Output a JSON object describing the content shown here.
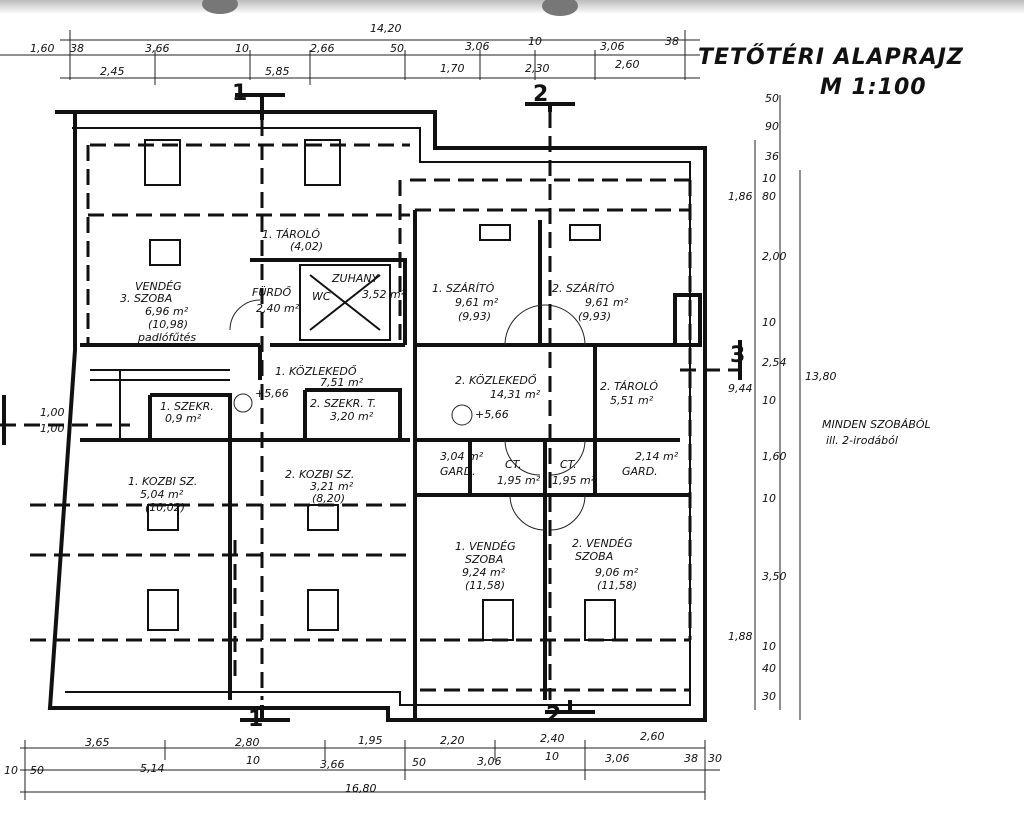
{
  "title": {
    "main": "TETŐTÉRI ALAPRAJZ",
    "scale": "M 1:100"
  },
  "note": {
    "line1": "MINDEN SZOBÁBÓL",
    "line2": "ill. 2-irodából"
  },
  "section_marks": [
    "1",
    "1",
    "2",
    "2",
    "3"
  ],
  "rooms": {
    "taroló1": {
      "name": "1. TÁROLÓ",
      "area": "(4,02)"
    },
    "vendeg3": {
      "name1": "VENDÉG",
      "name2": "3. SZOBA",
      "area": "6,96 m²",
      "area2": "(10,98)",
      "extra": "padlófűtés"
    },
    "furdo": {
      "name": "FÜRDŐ",
      "area": "2,40 m²"
    },
    "zuhany": {
      "name": "ZUHANY",
      "area": "3,52 m²",
      "wc": "WC"
    },
    "szarito1": {
      "name": "1. SZÁRÍTÓ",
      "area": "9,61 m²",
      "area2": "(9,93)"
    },
    "szarito2": {
      "name": "2. SZÁRÍTÓ",
      "area": "9,61 m²",
      "area2": "(9,93)"
    },
    "kozl1": {
      "name": "1. KÖZLEKEDŐ",
      "area": "7,51 m²",
      "level": "+5,66"
    },
    "kozl2": {
      "name": "2. KÖZLEKEDŐ",
      "area": "14,31 m²",
      "level": "+5,66"
    },
    "taroló2": {
      "name": "2. TÁROLÓ",
      "area": "5,51 m²"
    },
    "szekr1": {
      "name": "1. SZEKR.",
      "area": "0,9 m²"
    },
    "szekr2": {
      "name": "2. SZEKR. T.",
      "area": "3,20 m²"
    },
    "kozbi1": {
      "name": "1. KOZBI SZ.",
      "area": "5,04 m²",
      "area2": "(10,02)"
    },
    "kozbi2": {
      "name": "2. KOZBI SZ.",
      "area": "3,21 m²",
      "area2": "(8,20)"
    },
    "gard1": {
      "name": "GARD.",
      "area": "3,04 m²"
    },
    "ct1": {
      "name": "CT.",
      "area": "1,95 m²"
    },
    "ct2": {
      "name": "CT.",
      "area": "1,95 m²"
    },
    "gard2": {
      "name": "GARD.",
      "area": "2,14 m²"
    },
    "vszoba1": {
      "name1": "1. VENDÉG",
      "name2": "SZOBA",
      "area": "9,24 m²",
      "area2": "(11,58)"
    },
    "vszoba2": {
      "name1": "2. VENDÉG",
      "name2": "SZOBA",
      "area": "9,06 m²",
      "area2": "(11,58)"
    }
  },
  "dimensions": {
    "top_total": "14,20",
    "top_row1": [
      "1,60",
      "38",
      "3,66",
      "10",
      "2,66",
      "50",
      "3,06",
      "10",
      "3,06",
      "38"
    ],
    "top_row2": [
      "2,45",
      "5,85",
      "1,70",
      "2,30",
      "2,60"
    ],
    "bottom_row1": [
      "3,65",
      "2,80",
      "1,95",
      "2,20",
      "2,40",
      "2,60"
    ],
    "bottom_row2": [
      "10",
      "50",
      "5,14",
      "10",
      "3,66",
      "50",
      "3,06",
      "10",
      "3,06",
      "38",
      "30"
    ],
    "bottom_total": "16,80",
    "right_col1": [
      "1,86",
      "9,44",
      "1,88"
    ],
    "right_col2": [
      "50",
      "90",
      "36",
      "10",
      "80",
      "2,00",
      "10",
      "2,54",
      "10",
      "1,60",
      "10",
      "3,50",
      "10",
      "40",
      "30"
    ],
    "right_total": "13,80",
    "left": [
      "1,00",
      "1,00"
    ]
  }
}
